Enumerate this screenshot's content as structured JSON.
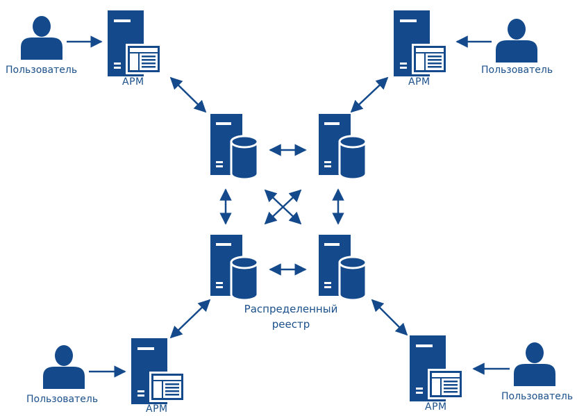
{
  "colors": {
    "primary": "#144a8b",
    "text": "#1a4f8a",
    "background": "#ffffff"
  },
  "labels": {
    "user": "Пользователь",
    "workstation": "АРМ",
    "ledger_line1": "Распределенный",
    "ledger_line2": "реестр"
  },
  "icons": {
    "user": "user-icon",
    "workstation": "workstation-icon",
    "node": "ledger-node-icon",
    "link": "double-arrow-icon"
  }
}
